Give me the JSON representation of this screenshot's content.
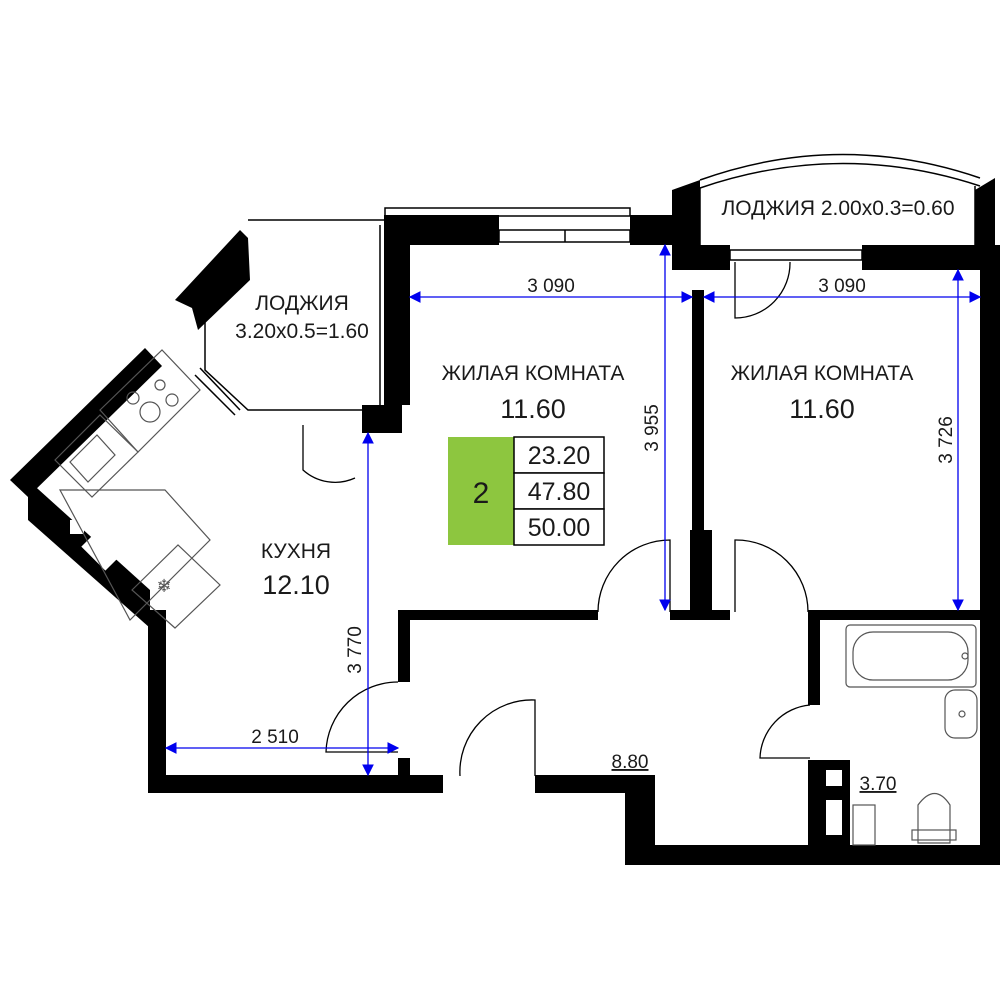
{
  "rooms": {
    "loggia_left": {
      "title": "ЛОДЖИЯ",
      "formula": "3.20х0.5=1.60"
    },
    "loggia_top": {
      "label": "ЛОДЖИЯ 2.00х0.3=0.60"
    },
    "living1": {
      "title": "ЖИЛАЯ КОМНАТА",
      "area": "11.60"
    },
    "living2": {
      "title": "ЖИЛАЯ КОМНАТА",
      "area": "11.60"
    },
    "kitchen": {
      "title": "КУХНЯ",
      "area": "12.10"
    },
    "hall": {
      "area": "8.80"
    },
    "bathroom": {
      "area": "3.70"
    }
  },
  "dimensions": {
    "living1_width": "3 090",
    "living2_width": "3 090",
    "living1_depth": "3 955",
    "living2_depth": "3 726",
    "kitchen_depth": "3 770",
    "kitchen_width": "2 510"
  },
  "summary": {
    "rooms_count": "2",
    "living_area": "23.20",
    "total_area": "47.80",
    "total_area_with_loggias": "50.00"
  },
  "colors": {
    "wall": "#000000",
    "dimension": "#0000ee",
    "badge": "#8dc63f"
  }
}
